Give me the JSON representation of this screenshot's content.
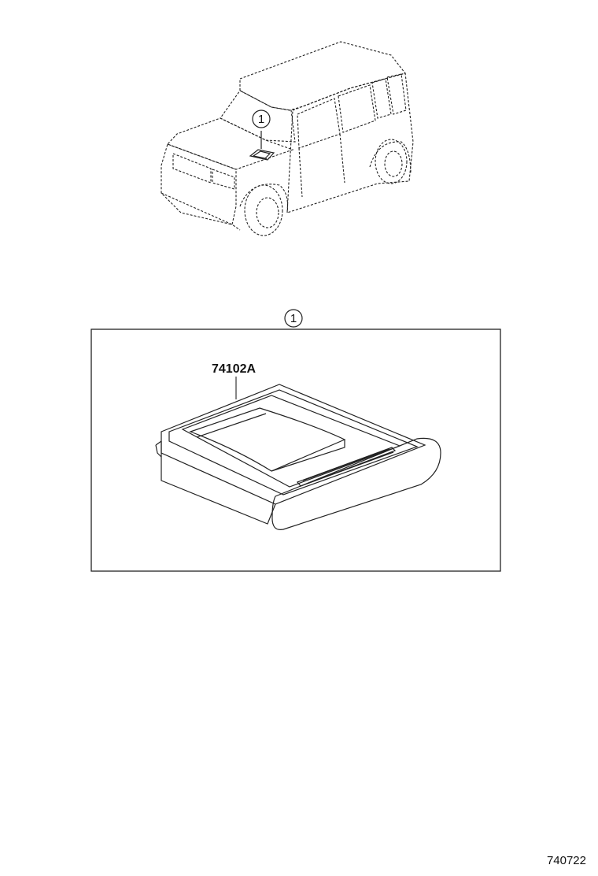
{
  "vehicle_callout": "1",
  "detail_callout": "1",
  "part_number": "74102A",
  "drawing_code": "740722",
  "icons": {
    "vehicle": "vehicle-icon",
    "ashtray": "ashtray-icon"
  }
}
